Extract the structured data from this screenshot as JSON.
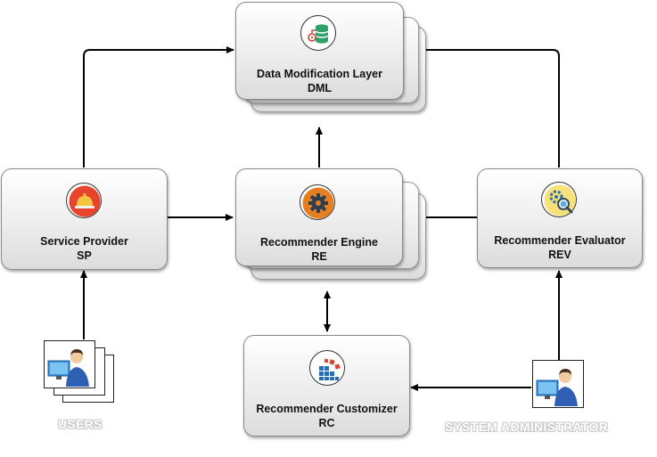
{
  "components": {
    "dml": {
      "line1": "Data Modification Layer",
      "line2": "DML",
      "icon": "database-icon"
    },
    "sp": {
      "line1": "Service Provider",
      "line2": "SP",
      "icon": "service-bell-icon"
    },
    "re": {
      "line1": "Recommender Engine",
      "line2": "RE",
      "icon": "gear-icon"
    },
    "rev": {
      "line1": "Recommender Evaluator",
      "line2": "REV",
      "icon": "gears-magnifier-icon"
    },
    "rc": {
      "line1": "Recommender Customizer",
      "line2": "RC",
      "icon": "blocks-icon"
    }
  },
  "actors": {
    "users": {
      "label": "USERS",
      "icon": "user-at-computer-icon"
    },
    "sysadmin": {
      "label": "SYSTEM ADMINISTRATOR",
      "icon": "user-at-computer-icon"
    }
  },
  "colors": {
    "box_border": "#8a8a8a",
    "box_fill_top": "#ffffff",
    "box_fill_bottom": "#dcdcdc",
    "arrow": "#000000",
    "bell": "#e8442e",
    "gear": "#e67e22",
    "db": "#2ea26b",
    "blocks_blue": "#2b6cb0",
    "blocks_red": "#d0453b"
  }
}
